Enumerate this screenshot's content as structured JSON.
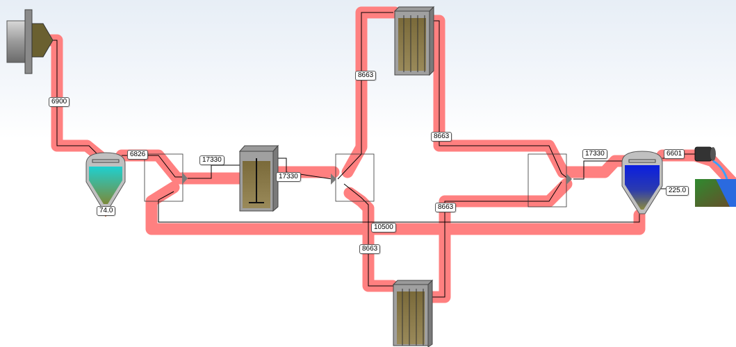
{
  "flows": {
    "influent": "6900",
    "primary_effluent": "6826",
    "splitter1_out": "17330",
    "bioreactor_out": "17330",
    "mbr_top_in": "8663",
    "mbr_top_out": "8663",
    "mbr_bottom_in": "8663",
    "mbr_bottom_out": "8663",
    "recycle": "10500",
    "combiner_out": "17330",
    "effluent": "6601"
  },
  "readouts": {
    "primary_sludge": "74.0",
    "secondary_sludge": "225.0"
  },
  "colors": {
    "pipe_highlight": "#ff8080",
    "pipe_line": "#000000",
    "primary_clarifier_top": "#1fd0d0",
    "primary_clarifier_bottom": "#7b8a3a",
    "secondary_clarifier_top": "#0a1ee0",
    "secondary_clarifier_bottom": "#808040",
    "sludge": "#8a7a4a"
  },
  "icons": {
    "influent": "influent-pipe-icon",
    "primary_clarifier": "primary-clarifier-icon",
    "splitter": "splitter-icon",
    "bioreactor": "bioreactor-tank-icon",
    "membrane_unit": "membrane-unit-icon",
    "secondary_clarifier": "secondary-clarifier-icon",
    "effluent": "effluent-outfall-icon"
  }
}
